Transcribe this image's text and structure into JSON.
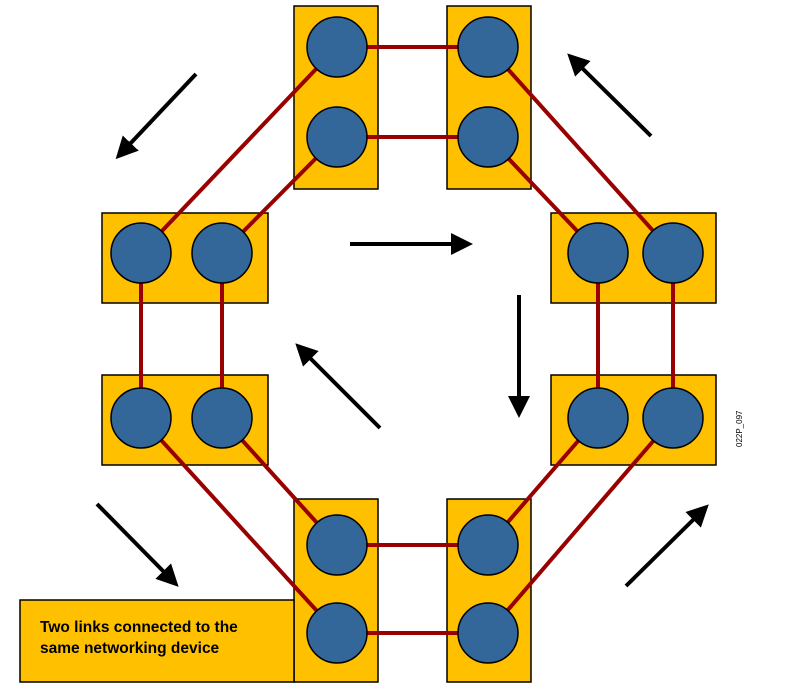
{
  "colors": {
    "device_fill": "#FFC000",
    "port_fill": "#336699",
    "link_color": "#990000",
    "arrow_color": "#000000",
    "background": "#FFFFFF"
  },
  "callout": {
    "text_line1": "Two links connected to the",
    "text_line2": "same networking device"
  },
  "figure_id": "022P_097"
}
